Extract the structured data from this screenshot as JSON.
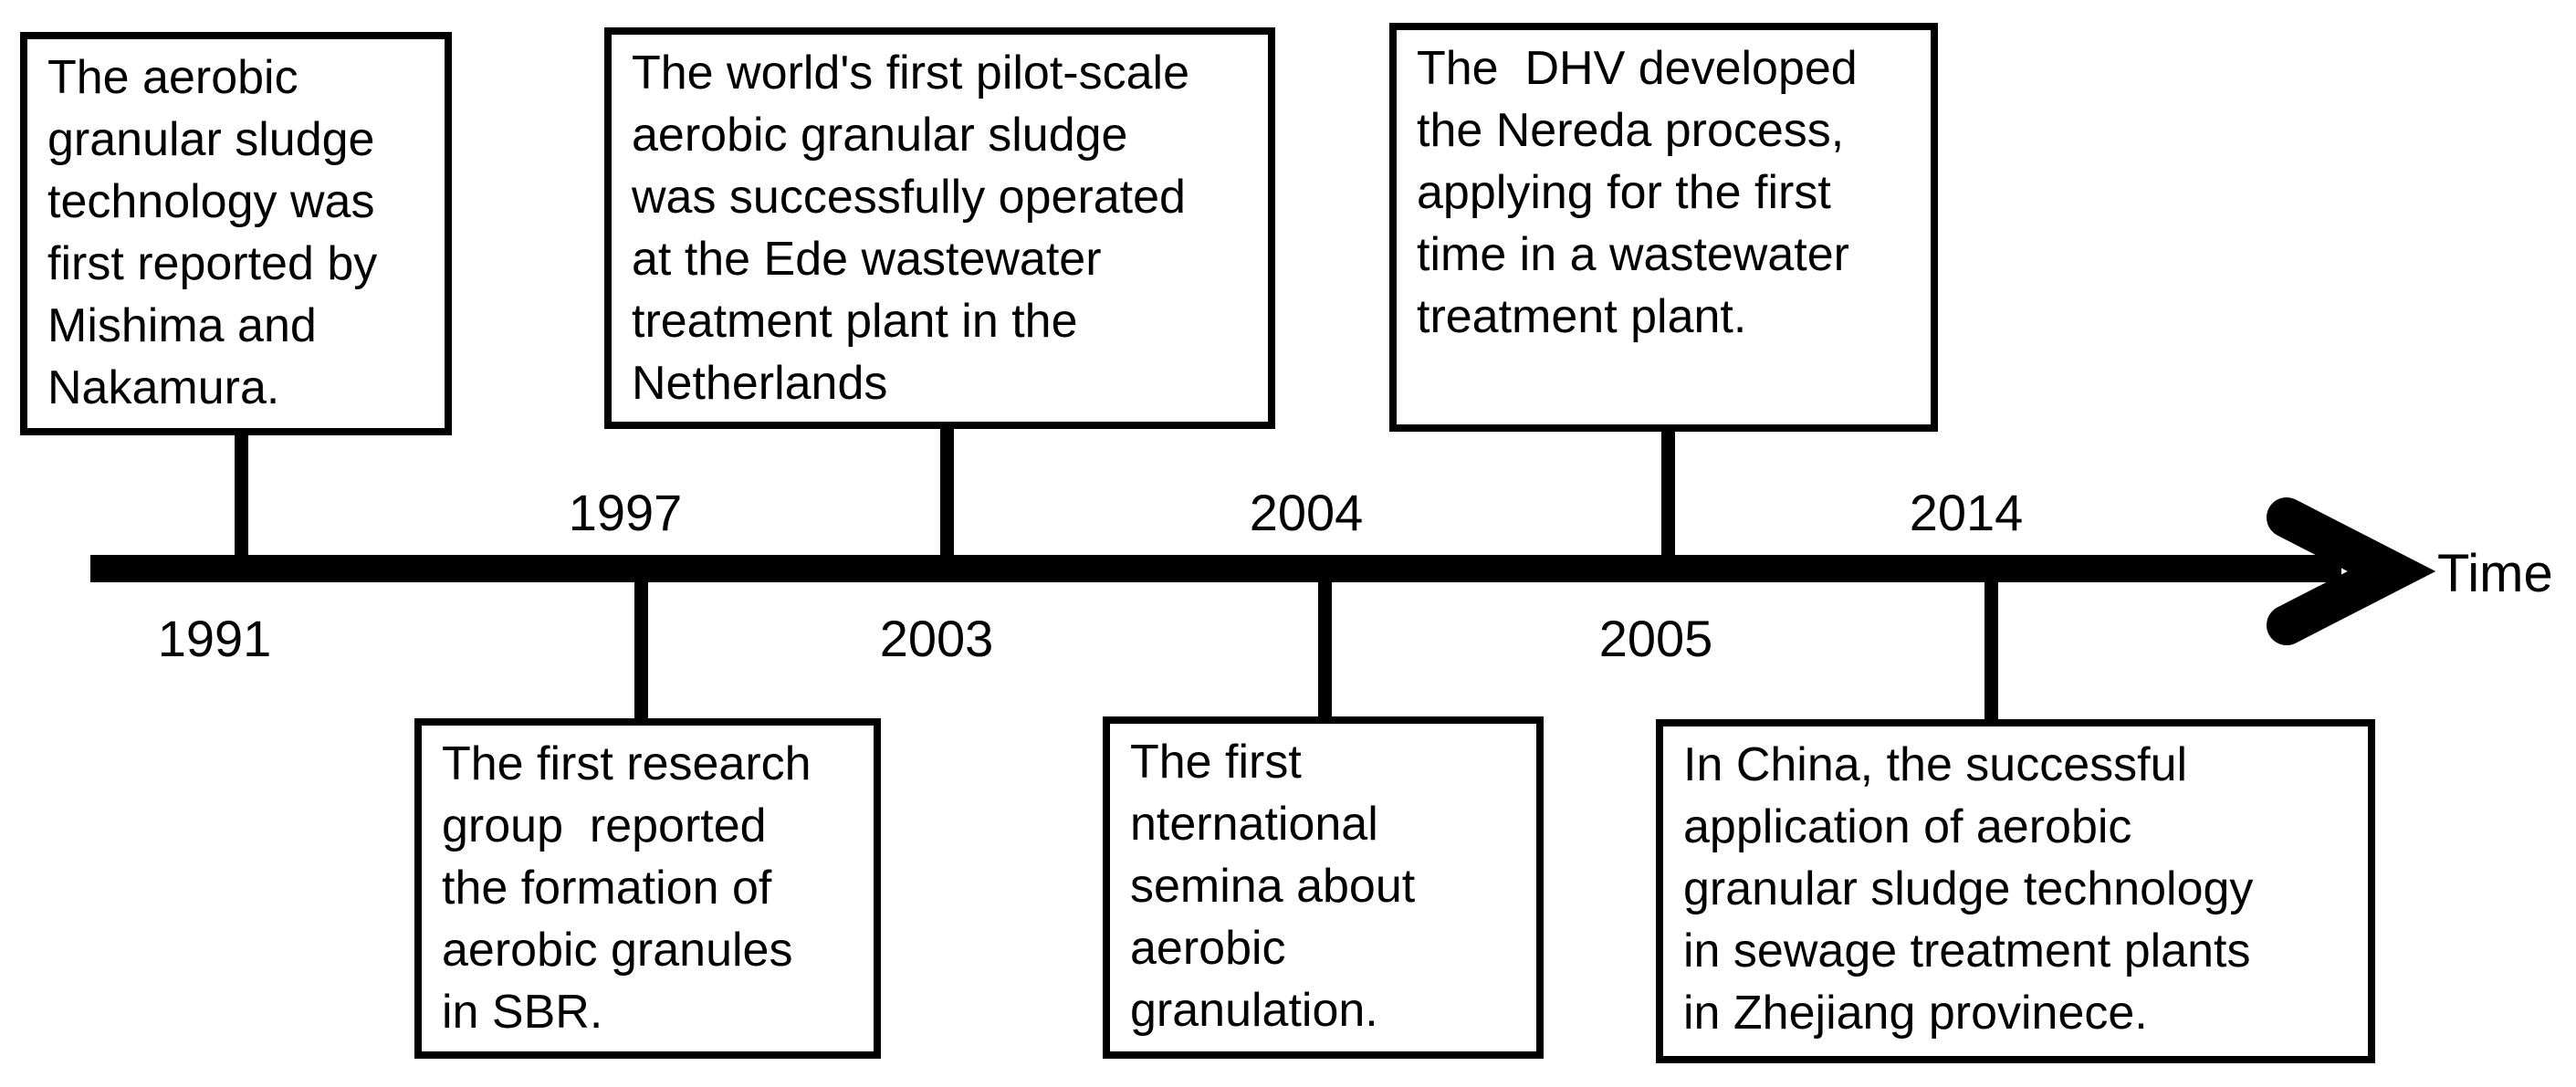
{
  "colors": {
    "ink": "#000000",
    "background": "#ffffff"
  },
  "timeline": {
    "axis_label": "Time",
    "events": [
      {
        "year": "1991",
        "box_side": "above",
        "year_label_side": "below",
        "lines": [
          "The aerobic",
          "granular sludge",
          "technology was",
          "first reported by",
          "Mishima and",
          "Nakamura."
        ]
      },
      {
        "year": "1997",
        "box_side": "below",
        "year_label_side": "above",
        "lines": [
          "The first research",
          "group  reported",
          "the formation of",
          "aerobic granules",
          "in SBR."
        ]
      },
      {
        "year": "2003",
        "box_side": "above",
        "year_label_side": "below",
        "lines": [
          "The world's first pilot-scale",
          "aerobic granular sludge",
          "was successfully operated",
          "at the Ede wastewater",
          "treatment plant in the",
          "Netherlands"
        ]
      },
      {
        "year": "2004",
        "box_side": "below",
        "year_label_side": "above",
        "lines": [
          "The first",
          "nternational",
          "semina about",
          "aerobic",
          "granulation."
        ]
      },
      {
        "year": "2005",
        "box_side": "above",
        "year_label_side": "below",
        "lines": [
          "The  DHV developed",
          "the Nereda process,",
          "applying for the first",
          "time in a wastewater",
          "treatment plant."
        ]
      },
      {
        "year": "2014",
        "box_side": "below",
        "year_label_side": "above",
        "lines": [
          "In China, the successful",
          "application of aerobic",
          "granular sludge technology",
          "in sewage treatment plants",
          "in Zhejiang provinece."
        ]
      }
    ]
  }
}
